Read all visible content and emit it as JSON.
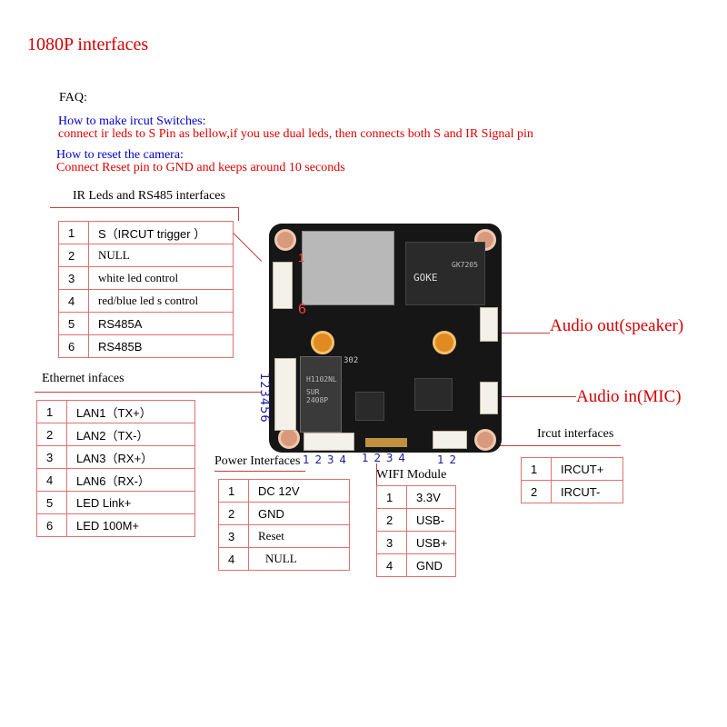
{
  "title": "1080P interfaces",
  "faq": {
    "heading": "FAQ:",
    "q1": "How to make ircut Switches:",
    "a1": "connect ir leds to S Pin as bellow,if you use dual leds, then connects  both S and IR Signal pin",
    "q2": "How to reset the camera:",
    "a2": "Connect Reset pin to GND  and keeps around 10 seconds"
  },
  "ir_section": {
    "heading": "IR Leds and RS485 interfaces",
    "rows": [
      {
        "n": "1",
        "label": "S（IRCUT  trigger      ）"
      },
      {
        "n": "2",
        "label": "NULL"
      },
      {
        "n": "3",
        "label": "white led control"
      },
      {
        "n": "4",
        "label": "red/blue led s control"
      },
      {
        "n": "5",
        "label": "RS485A"
      },
      {
        "n": "6",
        "label": "RS485B"
      }
    ]
  },
  "ethernet_section": {
    "heading": "Ethernet infaces",
    "rows": [
      {
        "n": "1",
        "label": "LAN1（TX+）"
      },
      {
        "n": "2",
        "label": "LAN2（TX-）"
      },
      {
        "n": "3",
        "label": "LAN3（RX+）"
      },
      {
        "n": "4",
        "label": "LAN6（RX-）"
      },
      {
        "n": "5",
        "label": "LED Link+"
      },
      {
        "n": "6",
        "label": "LED 100M+"
      }
    ]
  },
  "power_section": {
    "heading": "Power Interfaces",
    "rows": [
      {
        "n": "1",
        "label": "DC 12V"
      },
      {
        "n": "2",
        "label": "GND"
      },
      {
        "n": "3",
        "label": "Reset"
      },
      {
        "n": "4",
        "label": "NULL"
      }
    ]
  },
  "wifi_section": {
    "heading": "WIFI Module",
    "rows": [
      {
        "n": "1",
        "label": "3.3V"
      },
      {
        "n": "2",
        "label": "USB-"
      },
      {
        "n": "3",
        "label": "USB+"
      },
      {
        "n": "4",
        "label": "GND"
      }
    ]
  },
  "ircut_section": {
    "heading": "Ircut interfaces",
    "rows": [
      {
        "n": "1",
        "label": "IRCUT+"
      },
      {
        "n": "2",
        "label": "IRCUT-"
      }
    ]
  },
  "callouts": {
    "audio_out": "Audio out(speaker)",
    "audio_in": "Audio in(MIC)"
  },
  "board_labels": {
    "pin_1": "1",
    "pin_6": "6",
    "ethernet_pins": "123456",
    "power_pins": "1 2 3 4",
    "wifi_pins": "1 2 3 4",
    "ircut_pins": "1 2",
    "chip_brand": "GOKE",
    "chip_model": "GK7205",
    "magjack_label": "H1102NL",
    "magjack_code": "SUR 2408P",
    "silkscreen": "302"
  },
  "colors": {
    "title": "#d40000",
    "question": "#0000cc",
    "answer": "#dd0000",
    "table_border": "#e07070",
    "board": "#161616",
    "pin_numbers": "#1a1a9c"
  }
}
